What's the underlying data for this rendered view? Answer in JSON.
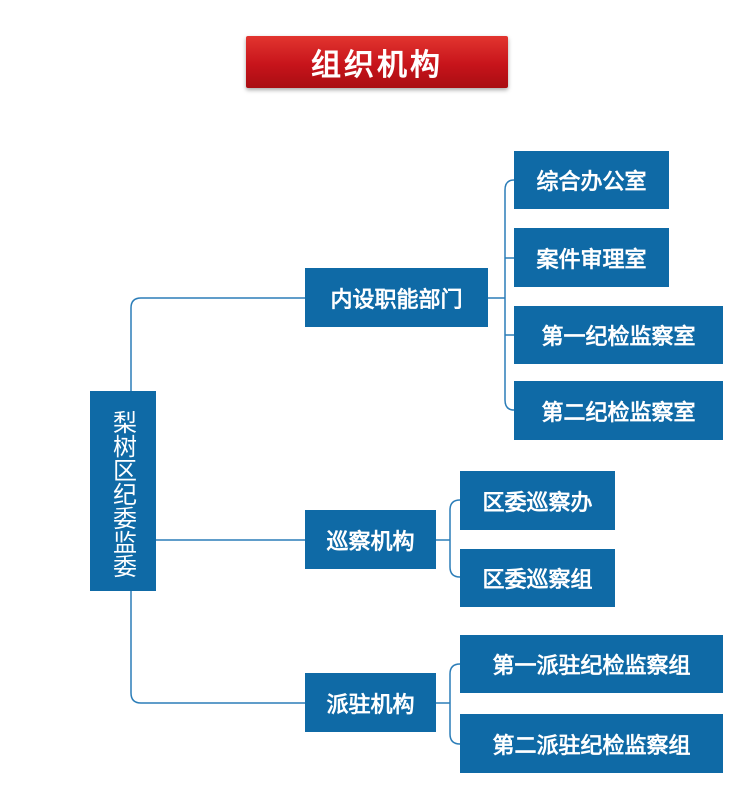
{
  "title": "组织机构",
  "root": "梨树区纪委监委",
  "branches": [
    {
      "label": "内设职能部门",
      "children": [
        "综合办公室",
        "案件审理室",
        "第一纪检监察室",
        "第二纪检监察室"
      ]
    },
    {
      "label": "巡察机构",
      "children": [
        "区委巡察办",
        "区委巡察组"
      ]
    },
    {
      "label": "派驻机构",
      "children": [
        "第一派驻纪检监察组",
        "第二派驻纪检监察组"
      ]
    }
  ],
  "colors": {
    "box": "#0f6aa6",
    "line": "#2b7db8",
    "title_bg": "#c7141b",
    "text": "#ffffff"
  }
}
